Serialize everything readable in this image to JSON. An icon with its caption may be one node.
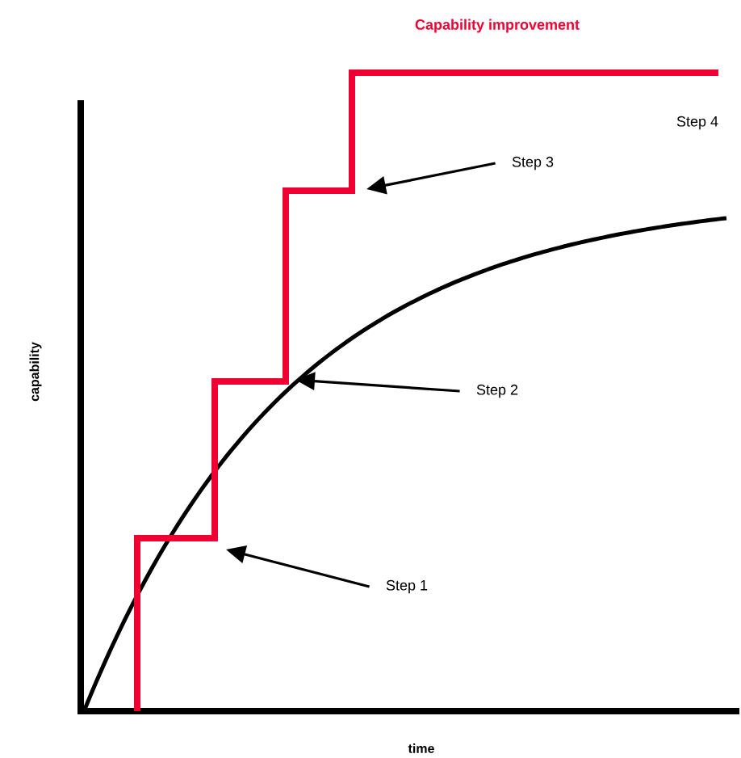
{
  "diagram": {
    "title": "Capability improvement",
    "nodes": [
      {
        "text": [
          "Step 1"
        ]
      },
      {
        "text": [
          "Step 2"
        ]
      },
      {
        "text": [
          "Step 3"
        ]
      },
      {
        "text": [
          "Step 4"
        ]
      }
    ],
    "edges": [
      {
        "from": 0,
        "to": null,
        "arrow": "to"
      },
      {
        "from": 1,
        "to": null,
        "arrow": "to"
      },
      {
        "from": 2,
        "to": null,
        "arrow": "to"
      }
    ],
    "labels": [
      "capability",
      "time"
    ]
  }
}
